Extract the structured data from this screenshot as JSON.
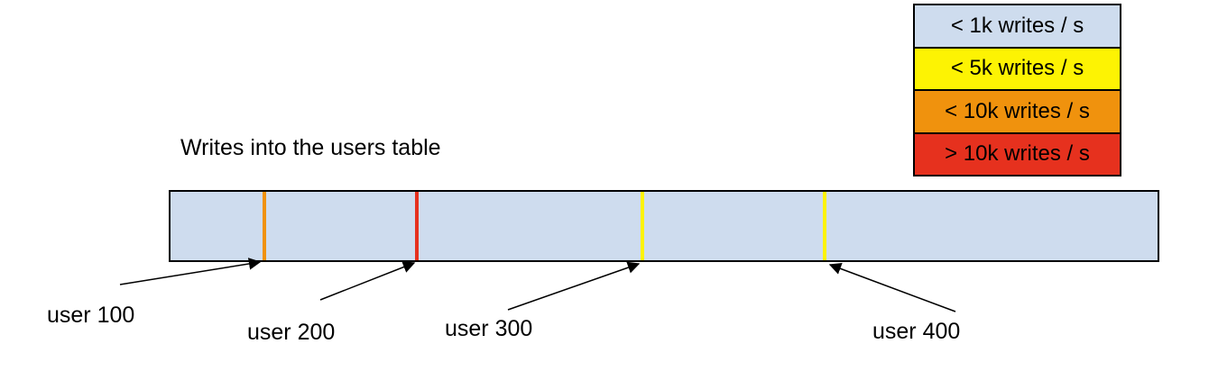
{
  "title": "Writes into the users table",
  "legend": {
    "items": [
      {
        "label": "< 1k writes / s",
        "color": "#cedcee"
      },
      {
        "label": "< 5k writes / s",
        "color": "#fdf303"
      },
      {
        "label": "< 10k writes / s",
        "color": "#f0920d"
      },
      {
        "label": "> 10k writes / s",
        "color": "#e6311e"
      }
    ]
  },
  "bar": {
    "fill": "#cedcee",
    "border_color": "#000000",
    "stripes": [
      {
        "user": "user 100",
        "color": "#f0920d",
        "rate": "< 10k writes / s"
      },
      {
        "user": "user 200",
        "color": "#e6311e",
        "rate": "> 10k writes / s"
      },
      {
        "user": "user 300",
        "color": "#fdf303",
        "rate": "< 5k writes / s"
      },
      {
        "user": "user 400",
        "color": "#fdf303",
        "rate": "< 5k writes / s"
      }
    ]
  },
  "callouts": [
    {
      "label": "user 100"
    },
    {
      "label": "user 200"
    },
    {
      "label": "user 300"
    },
    {
      "label": "user 400"
    }
  ]
}
